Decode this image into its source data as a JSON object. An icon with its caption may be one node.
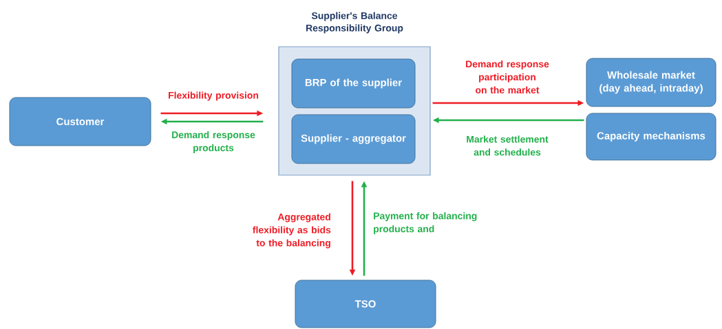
{
  "diagram": {
    "nodes": [
      {
        "text": [
          "Customer"
        ]
      },
      {
        "text": [
          "Supplier's Balance Responsibility Group"
        ]
      },
      {
        "text": [
          "BRP of the supplier"
        ],
        "in": 1
      },
      {
        "text": [
          "Supplier - aggregator"
        ],
        "in": 1
      },
      {
        "text": [
          "Wholesale market (day ahead, intraday)"
        ]
      },
      {
        "text": [
          "Capacity mechanisms"
        ]
      },
      {
        "text": [
          "TSO"
        ]
      }
    ],
    "edges": [
      {
        "from": 0,
        "to": 1,
        "arrow": "to",
        "label": "Flexibility provision",
        "color": "#ee1c25"
      },
      {
        "from": 1,
        "to": 0,
        "arrow": "to",
        "label": "Demand response products",
        "color": "#22b04b"
      },
      {
        "from": 1,
        "to": 4,
        "arrow": "to",
        "label": "Demand response participation on the market",
        "color": "#ee1c25"
      },
      {
        "from": 5,
        "to": 1,
        "arrow": "to",
        "label": "Market settlement and schedules",
        "color": "#22b04b"
      },
      {
        "from": 1,
        "to": 6,
        "arrow": "to",
        "label": "Aggregated flexibility as bids to the balancing",
        "color": "#ee1c25"
      },
      {
        "from": 6,
        "to": 1,
        "arrow": "to",
        "label": "Payment for balancing products and",
        "color": "#22b04b"
      }
    ]
  }
}
